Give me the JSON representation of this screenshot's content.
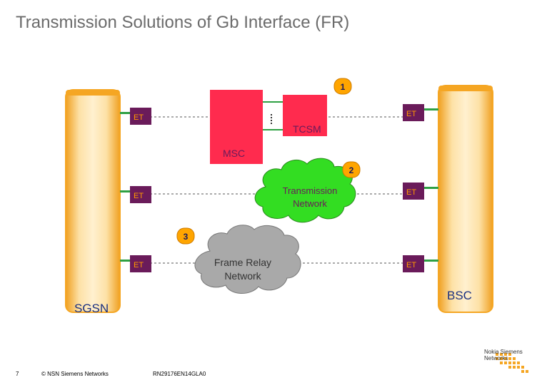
{
  "title": "Transmission Solutions of Gb Interface (FR)",
  "nodes": {
    "sgsn": "SGSN",
    "bsc": "BSC",
    "msc": "MSC",
    "tcsm": "TCSM",
    "et": "ET",
    "transmission_network_line1": "Transmission",
    "transmission_network_line2": "Network",
    "frame_relay_line1": "Frame Relay",
    "frame_relay_line2": "Network"
  },
  "badges": {
    "b1": "1",
    "b2": "2",
    "b3": "3"
  },
  "footer": {
    "page_number": "7",
    "copyright": "© NSN Siemens Networks",
    "doc_code": "RN29176EN14GLA0",
    "logo_line1": "Nokia Siemens",
    "logo_line2": "Networks"
  },
  "colors": {
    "bar_orange": "#f5a623",
    "bar_light": "#fde6b8",
    "msc_red": "#ff2b4e",
    "et_purple": "#6a1b5a",
    "et_text": "#ff9900",
    "badge_orange": "#ffa500",
    "cloud_green": "#33dd22",
    "cloud_gray": "#a9a9a9",
    "label_navy": "#1a3080",
    "link_green": "#2ea043"
  }
}
